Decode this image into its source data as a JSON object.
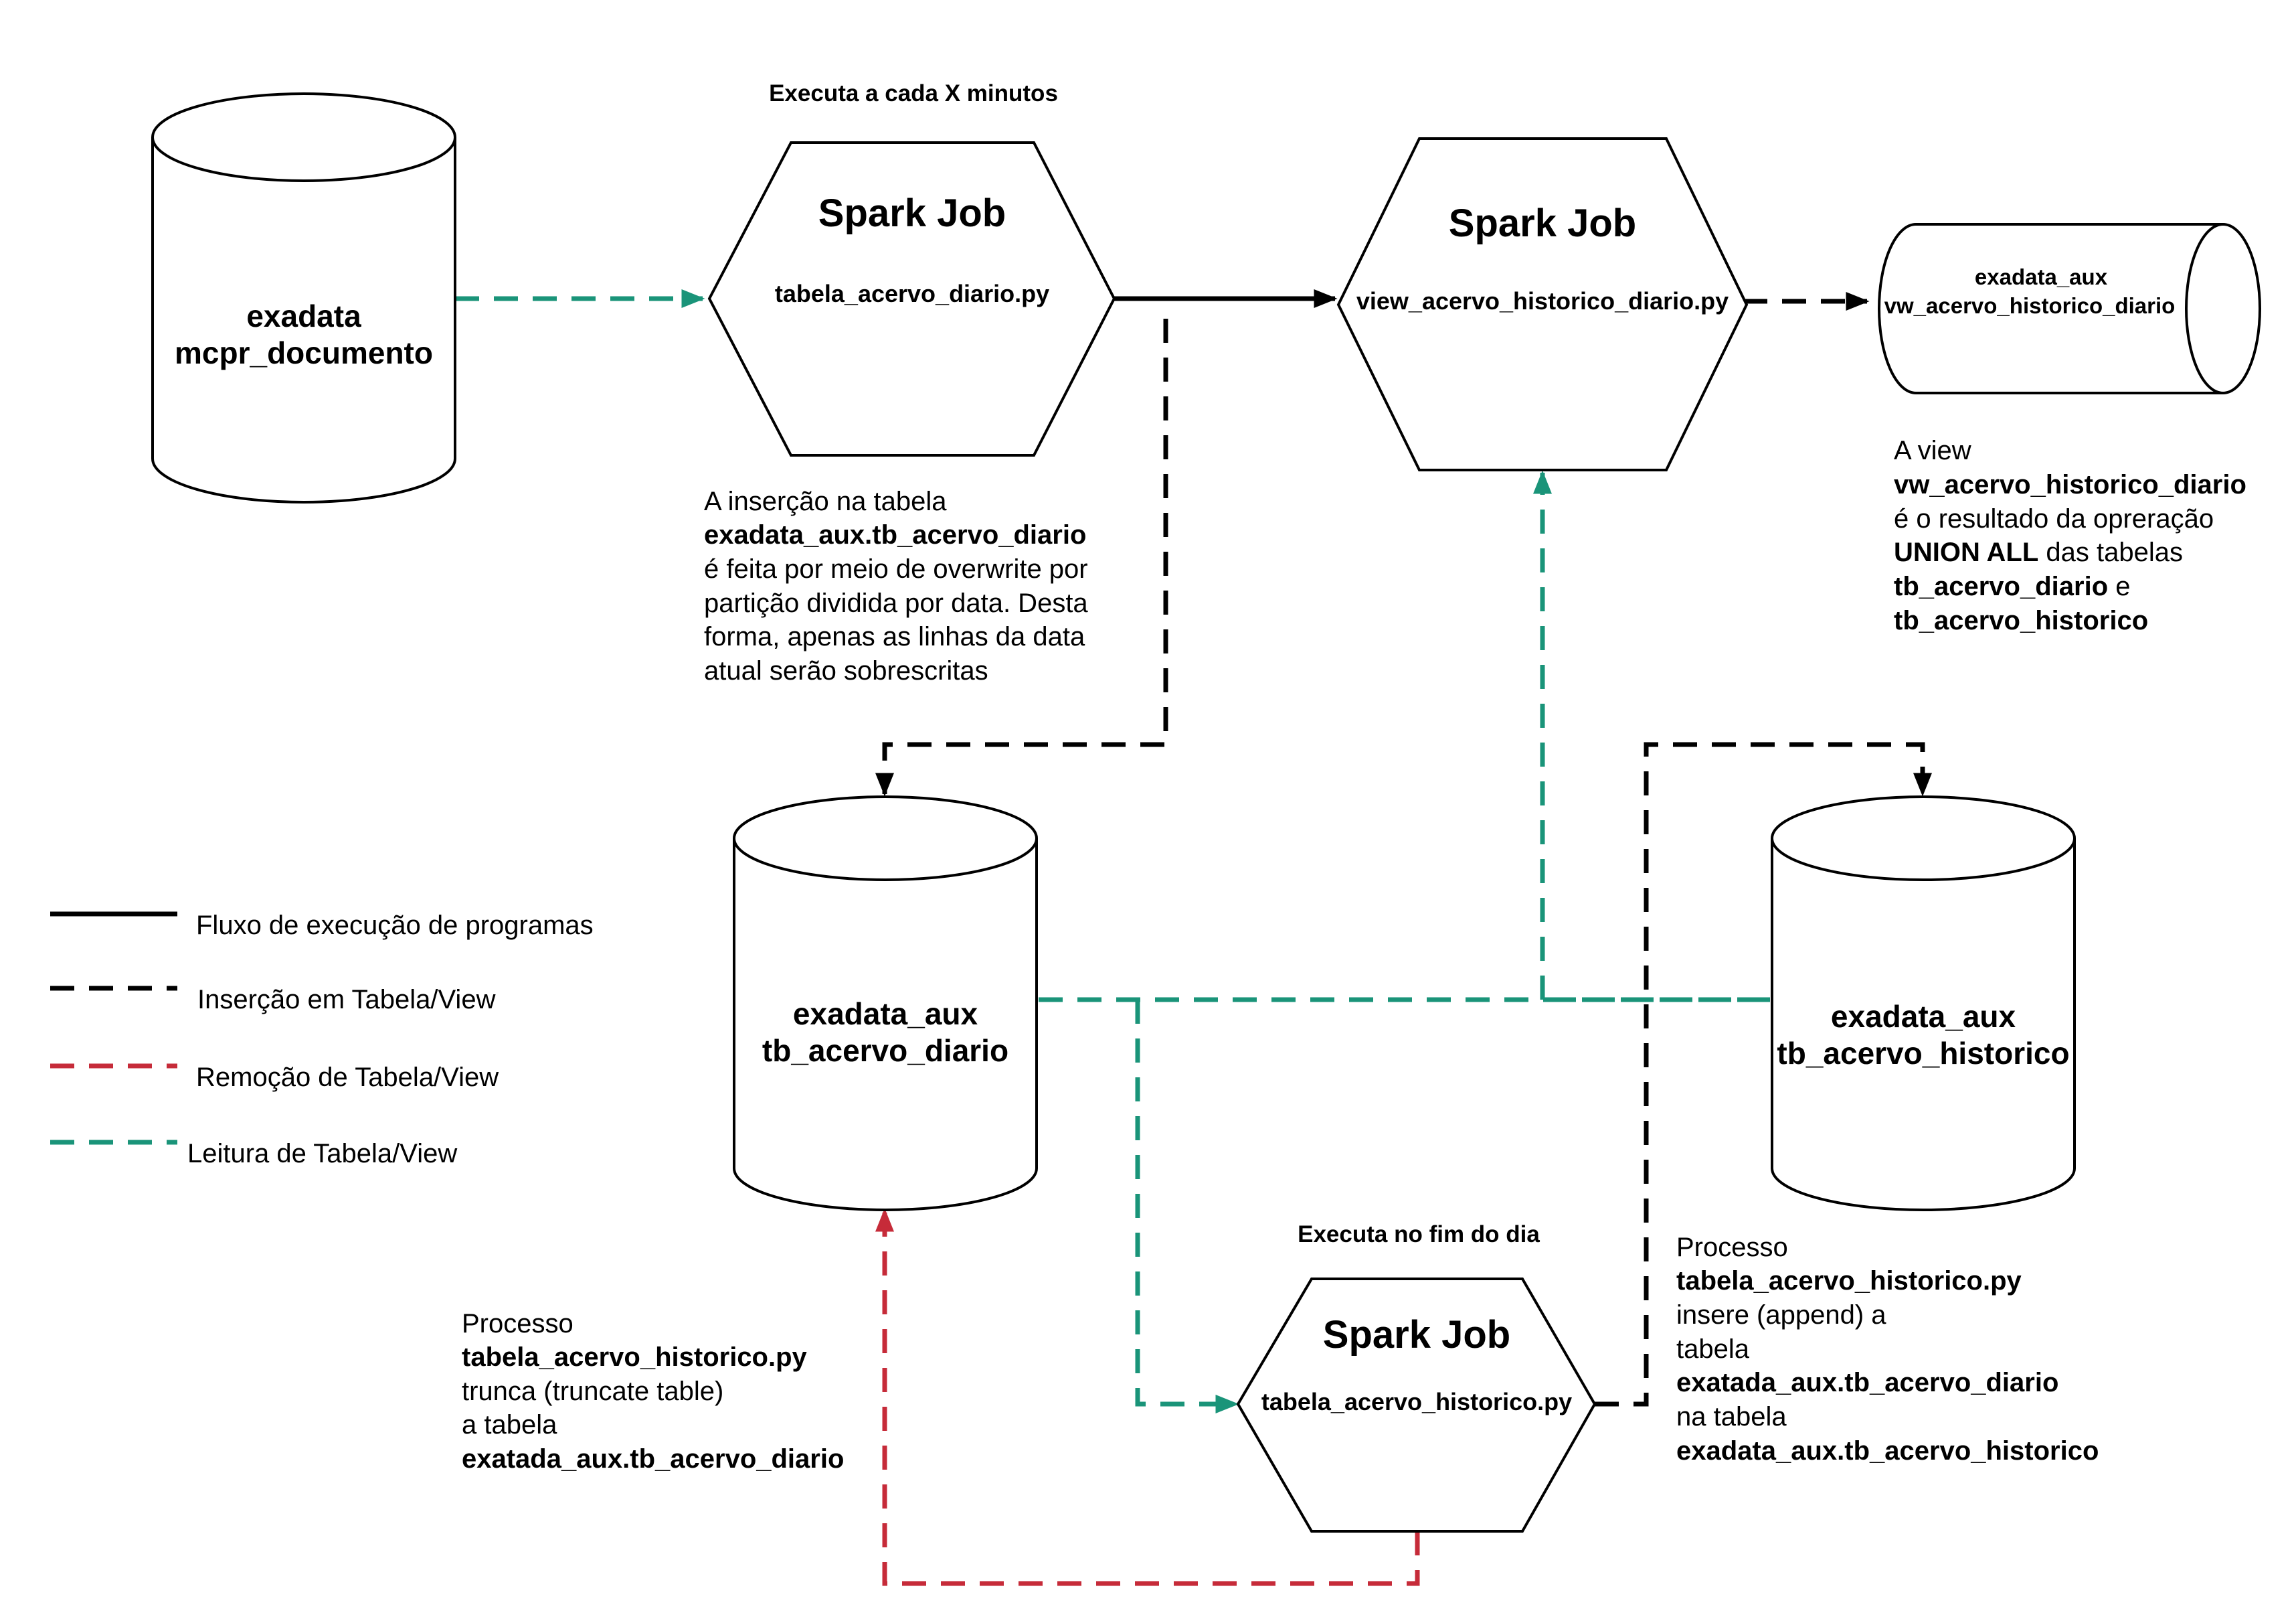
{
  "colors": {
    "execution": "#000000",
    "insertion": "#000000",
    "removal": "#c62b39",
    "reading": "#1a9479",
    "stroke": "#000000",
    "fill": "#ffffff"
  },
  "nodes": {
    "exadata_source": {
      "line1": "exadata",
      "line2": "mcpr_documento"
    },
    "job_diario": {
      "title": "Spark Job",
      "script": "tabela_acervo_diario.py",
      "schedule": "Executa a cada X minutos"
    },
    "job_view": {
      "title": "Spark Job",
      "script": "view_acervo_historico_diario.py"
    },
    "view_cyl": {
      "line1": "exadata_aux",
      "line2": "vw_acervo_historico_diario"
    },
    "tb_diario": {
      "line1": "exadata_aux",
      "line2": "tb_acervo_diario"
    },
    "tb_historico": {
      "line1": "exadata_aux",
      "line2": "tb_acervo_historico"
    },
    "job_historico": {
      "title": "Spark Job",
      "script": "tabela_acervo_historico.py",
      "schedule": "Executa no fim do dia"
    }
  },
  "notes": {
    "diario": {
      "l1": "A inserção na tabela",
      "l2": "exadata_aux.tb_acervo_diario",
      "l3": "é feita por meio de overwrite por",
      "l4": "partição dividida por data. Desta",
      "l5": "forma, apenas as linhas da data",
      "l6": "atual serão sobrescritas"
    },
    "view": {
      "l1": "A view",
      "l2": "vw_acervo_historico_diario",
      "l3": "é o resultado da opreração",
      "l4a": "UNION ALL",
      "l4b": " das tabelas",
      "l5a": "tb_acervo_diario",
      "l5b": " e",
      "l6": "tb_acervo_historico"
    },
    "truncate": {
      "l1": "Processo",
      "l2": "tabela_acervo_historico.py",
      "l3": "trunca (truncate table)",
      "l4": "a tabela",
      "l5": "exatada_aux.tb_acervo_diario"
    },
    "append": {
      "l1": "Processo",
      "l2": "tabela_acervo_historico.py",
      "l3": "insere (append) a",
      "l4": "tabela",
      "l5": "exatada_aux.tb_acervo_diario",
      "l6": "na tabela",
      "l7": "exadata_aux.tb_acervo_historico"
    }
  },
  "legend": {
    "execution": "Fluxo de execução de programas",
    "insertion": "Inserção em Tabela/View",
    "removal": "Remoção de Tabela/View",
    "reading": "Leitura de Tabela/View"
  }
}
